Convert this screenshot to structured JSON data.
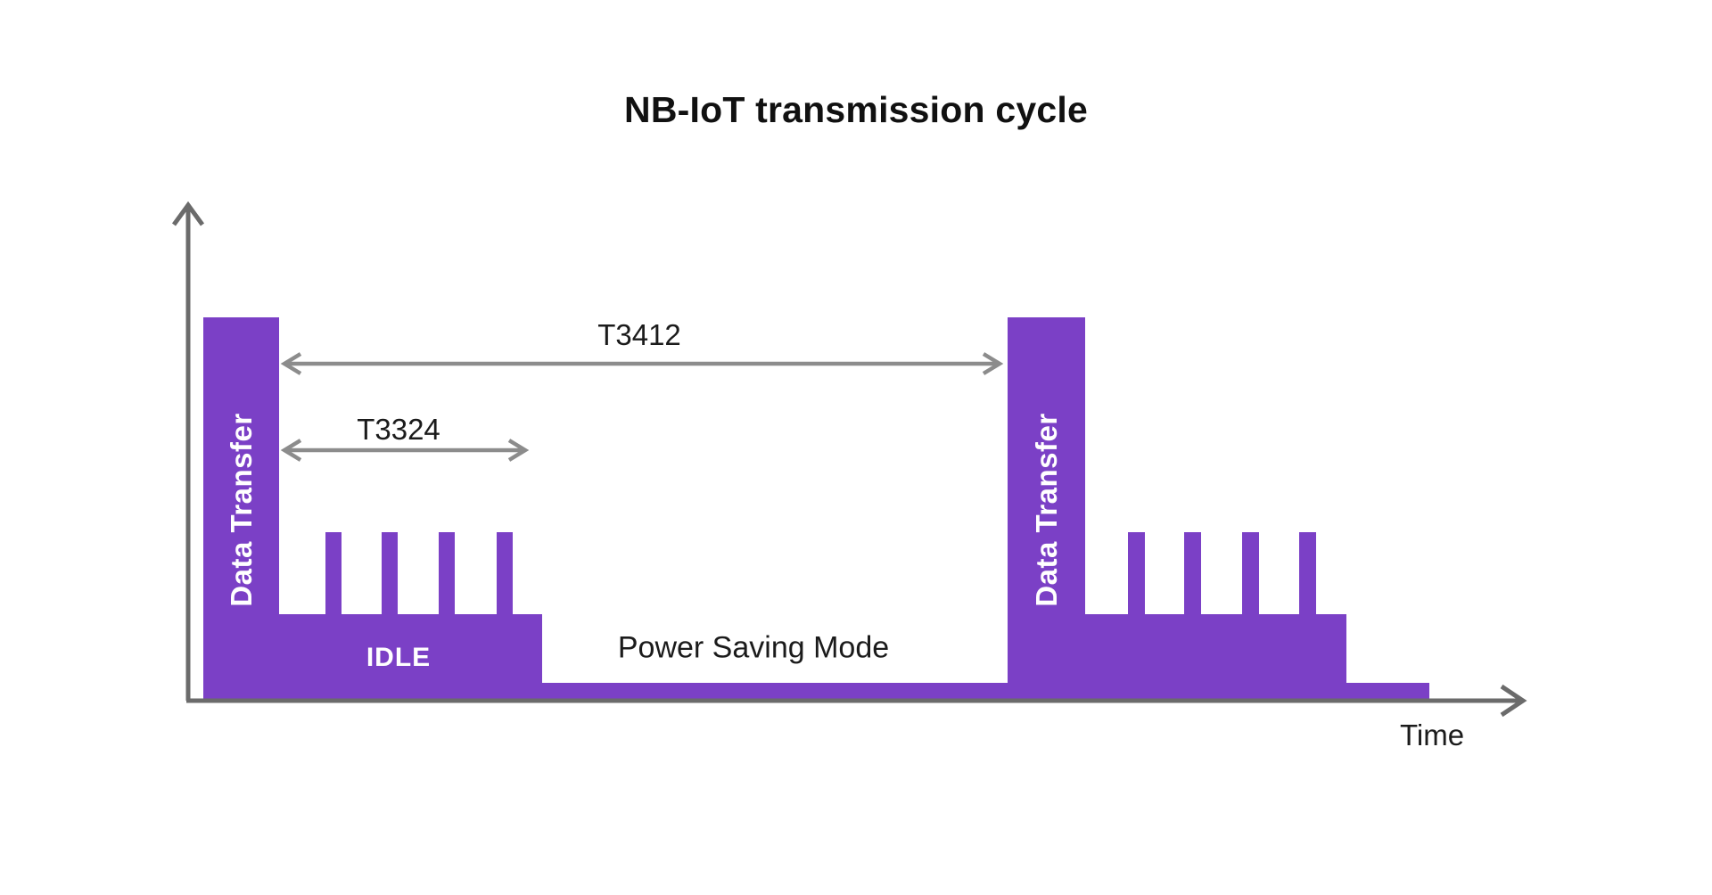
{
  "title": "NB-IoT transmission cycle",
  "axis": {
    "x_label": "Time"
  },
  "labels": {
    "data_transfer": "Data Transfer",
    "idle": "IDLE",
    "psm": "Power Saving Mode",
    "t3412": "T3412",
    "t3324": "T3324"
  },
  "colors": {
    "waveform_purple": "#7B40C6",
    "axis_gray": "#6B6B6B",
    "arrow_gray": "#8C8C8C",
    "text_dark": "#1B1B1B",
    "waveform_label": "#FFFFFF",
    "background": "#FFFFFF"
  },
  "diagram": {
    "type": "timing-diagram",
    "cycles": 2,
    "phases_per_cycle": [
      {
        "name": "Data Transfer",
        "relative_power": 1.0
      },
      {
        "name": "IDLE",
        "relative_power": 0.22,
        "paging_pulses": 4,
        "pulse_relative_power": 0.44
      },
      {
        "name": "Power Saving Mode",
        "relative_power": 0.04
      }
    ],
    "timer_spans": [
      {
        "label": "T3412",
        "from": "end of Data Transfer",
        "to": "start of next Data Transfer"
      },
      {
        "label": "T3324",
        "from": "end of Data Transfer",
        "to": "end of IDLE"
      }
    ]
  }
}
